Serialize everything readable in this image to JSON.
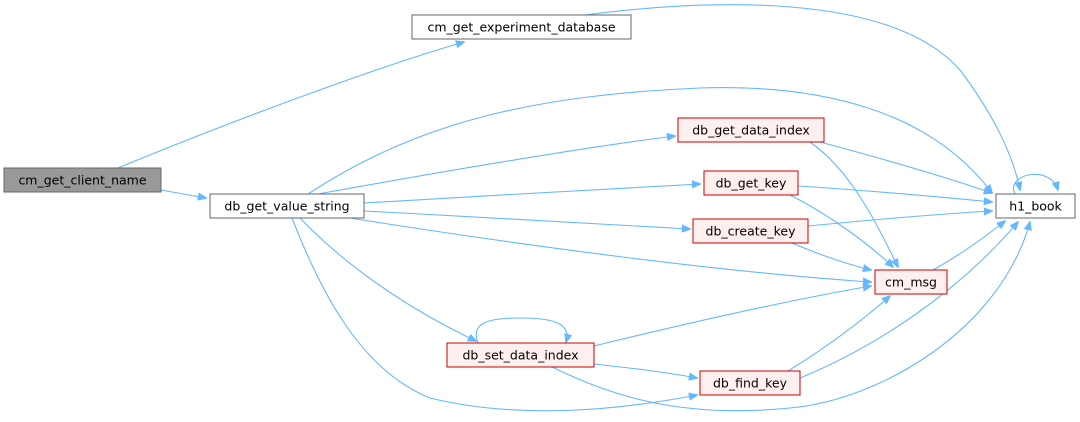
{
  "graph": {
    "colors": {
      "edge": "#63b8ff",
      "focus_fill": "#999999",
      "focus_stroke": "#666666",
      "plain_fill": "#ffffff",
      "plain_stroke": "#666666",
      "red_fill": "#fff0f0",
      "red_stroke": "#cc0000"
    },
    "nodes": [
      {
        "id": "cm_get_client_name",
        "label": "cm_get_client_name",
        "style": "focus"
      },
      {
        "id": "cm_get_experiment_database",
        "label": "cm_get_experiment_database",
        "style": "plain"
      },
      {
        "id": "db_get_value_string",
        "label": "db_get_value_string",
        "style": "plain"
      },
      {
        "id": "db_get_data_index",
        "label": "db_get_data_index",
        "style": "red"
      },
      {
        "id": "db_get_key",
        "label": "db_get_key",
        "style": "red"
      },
      {
        "id": "db_create_key",
        "label": "db_create_key",
        "style": "red"
      },
      {
        "id": "cm_msg",
        "label": "cm_msg",
        "style": "red"
      },
      {
        "id": "db_set_data_index",
        "label": "db_set_data_index",
        "style": "red"
      },
      {
        "id": "db_find_key",
        "label": "db_find_key",
        "style": "red"
      },
      {
        "id": "h1_book",
        "label": "h1_book",
        "style": "plain"
      }
    ],
    "edges": [
      {
        "from": "cm_get_client_name",
        "to": "cm_get_experiment_database"
      },
      {
        "from": "cm_get_client_name",
        "to": "db_get_value_string"
      },
      {
        "from": "cm_get_experiment_database",
        "to": "h1_book"
      },
      {
        "from": "db_get_value_string",
        "to": "h1_book"
      },
      {
        "from": "db_get_value_string",
        "to": "db_get_data_index"
      },
      {
        "from": "db_get_value_string",
        "to": "db_get_key"
      },
      {
        "from": "db_get_value_string",
        "to": "db_create_key"
      },
      {
        "from": "db_get_value_string",
        "to": "cm_msg"
      },
      {
        "from": "db_get_value_string",
        "to": "db_set_data_index"
      },
      {
        "from": "db_get_value_string",
        "to": "db_find_key"
      },
      {
        "from": "db_get_data_index",
        "to": "h1_book"
      },
      {
        "from": "db_get_data_index",
        "to": "cm_msg"
      },
      {
        "from": "db_get_key",
        "to": "h1_book"
      },
      {
        "from": "db_get_key",
        "to": "cm_msg"
      },
      {
        "from": "db_create_key",
        "to": "h1_book"
      },
      {
        "from": "db_create_key",
        "to": "cm_msg"
      },
      {
        "from": "cm_msg",
        "to": "h1_book"
      },
      {
        "from": "db_set_data_index",
        "to": "db_set_data_index"
      },
      {
        "from": "db_set_data_index",
        "to": "cm_msg"
      },
      {
        "from": "db_set_data_index",
        "to": "db_find_key"
      },
      {
        "from": "db_set_data_index",
        "to": "h1_book"
      },
      {
        "from": "db_find_key",
        "to": "cm_msg"
      },
      {
        "from": "db_find_key",
        "to": "h1_book"
      },
      {
        "from": "h1_book",
        "to": "h1_book"
      }
    ]
  }
}
